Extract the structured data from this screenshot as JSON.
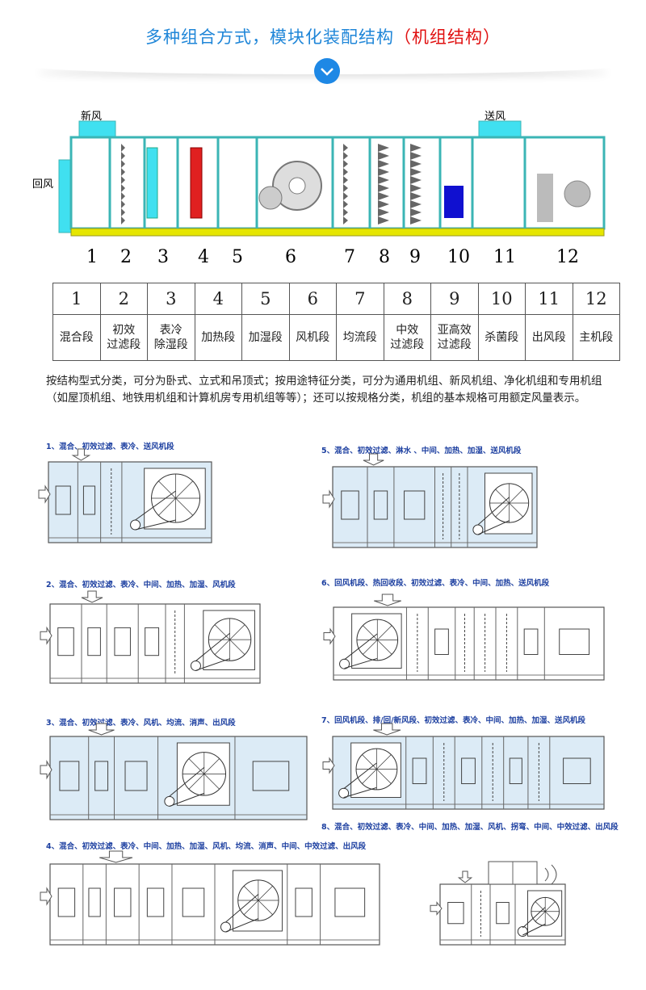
{
  "header": {
    "title_main": "多种组合方式，模块化装配结构",
    "title_accent": "（机组结构）",
    "accent_color": "#e01010",
    "brand_color": "#1f86d8",
    "chevron_icon": "chevron-down-icon"
  },
  "main_diagram": {
    "fresh_air": "新风",
    "supply_air": "送风",
    "return_air": "回风",
    "numbers": [
      "1",
      "2",
      "3",
      "4",
      "5",
      "6",
      "7",
      "8",
      "9",
      "10",
      "11",
      "12"
    ]
  },
  "segments_table": {
    "numbers": [
      "1",
      "2",
      "3",
      "4",
      "5",
      "6",
      "7",
      "8",
      "9",
      "10",
      "11",
      "12"
    ],
    "names": [
      "混合段",
      "初效\n过滤段",
      "表冷\n除湿段",
      "加热段",
      "加湿段",
      "风机段",
      "均流段",
      "中效\n过滤段",
      "亚高效\n过滤段",
      "杀菌段",
      "出风段",
      "主机段"
    ]
  },
  "description": "按结构型式分类，可分为卧式、立式和吊顶式；按用途特征分类，可分为通用机组、新风机组、净化机组和专用机组（如屋顶机组、地铁用机组和计算机房专用机组等等）；还可以按规格分类，机组的基本规格可用额定风量表示。",
  "configurations": [
    "1、混合、初效过滤、表冷、送风机段",
    "2、混合、初效过滤、表冷、中间、加热、加湿、风机段",
    "3、混合、初效过滤、表冷、风机、均流、消声、出风段",
    "4、混合、初效过滤、表冷、中间、加热、加湿、风机、均流、消声、中间、中效过滤、出风段",
    "5、混合、初效过滤、淋水 、中间、加热、加湿、送风机段",
    "6、回风机段、热回收段、初效过滤、表冷、中间、加热、送风机段",
    "7、回风机段、排/回/新风段、初效过滤、表冷、中间、加热、加湿、送风机段",
    "8、混合、初效过滤、表冷、中间、加热、加湿、风机、拐弯、中间、中效过滤、出风段"
  ]
}
